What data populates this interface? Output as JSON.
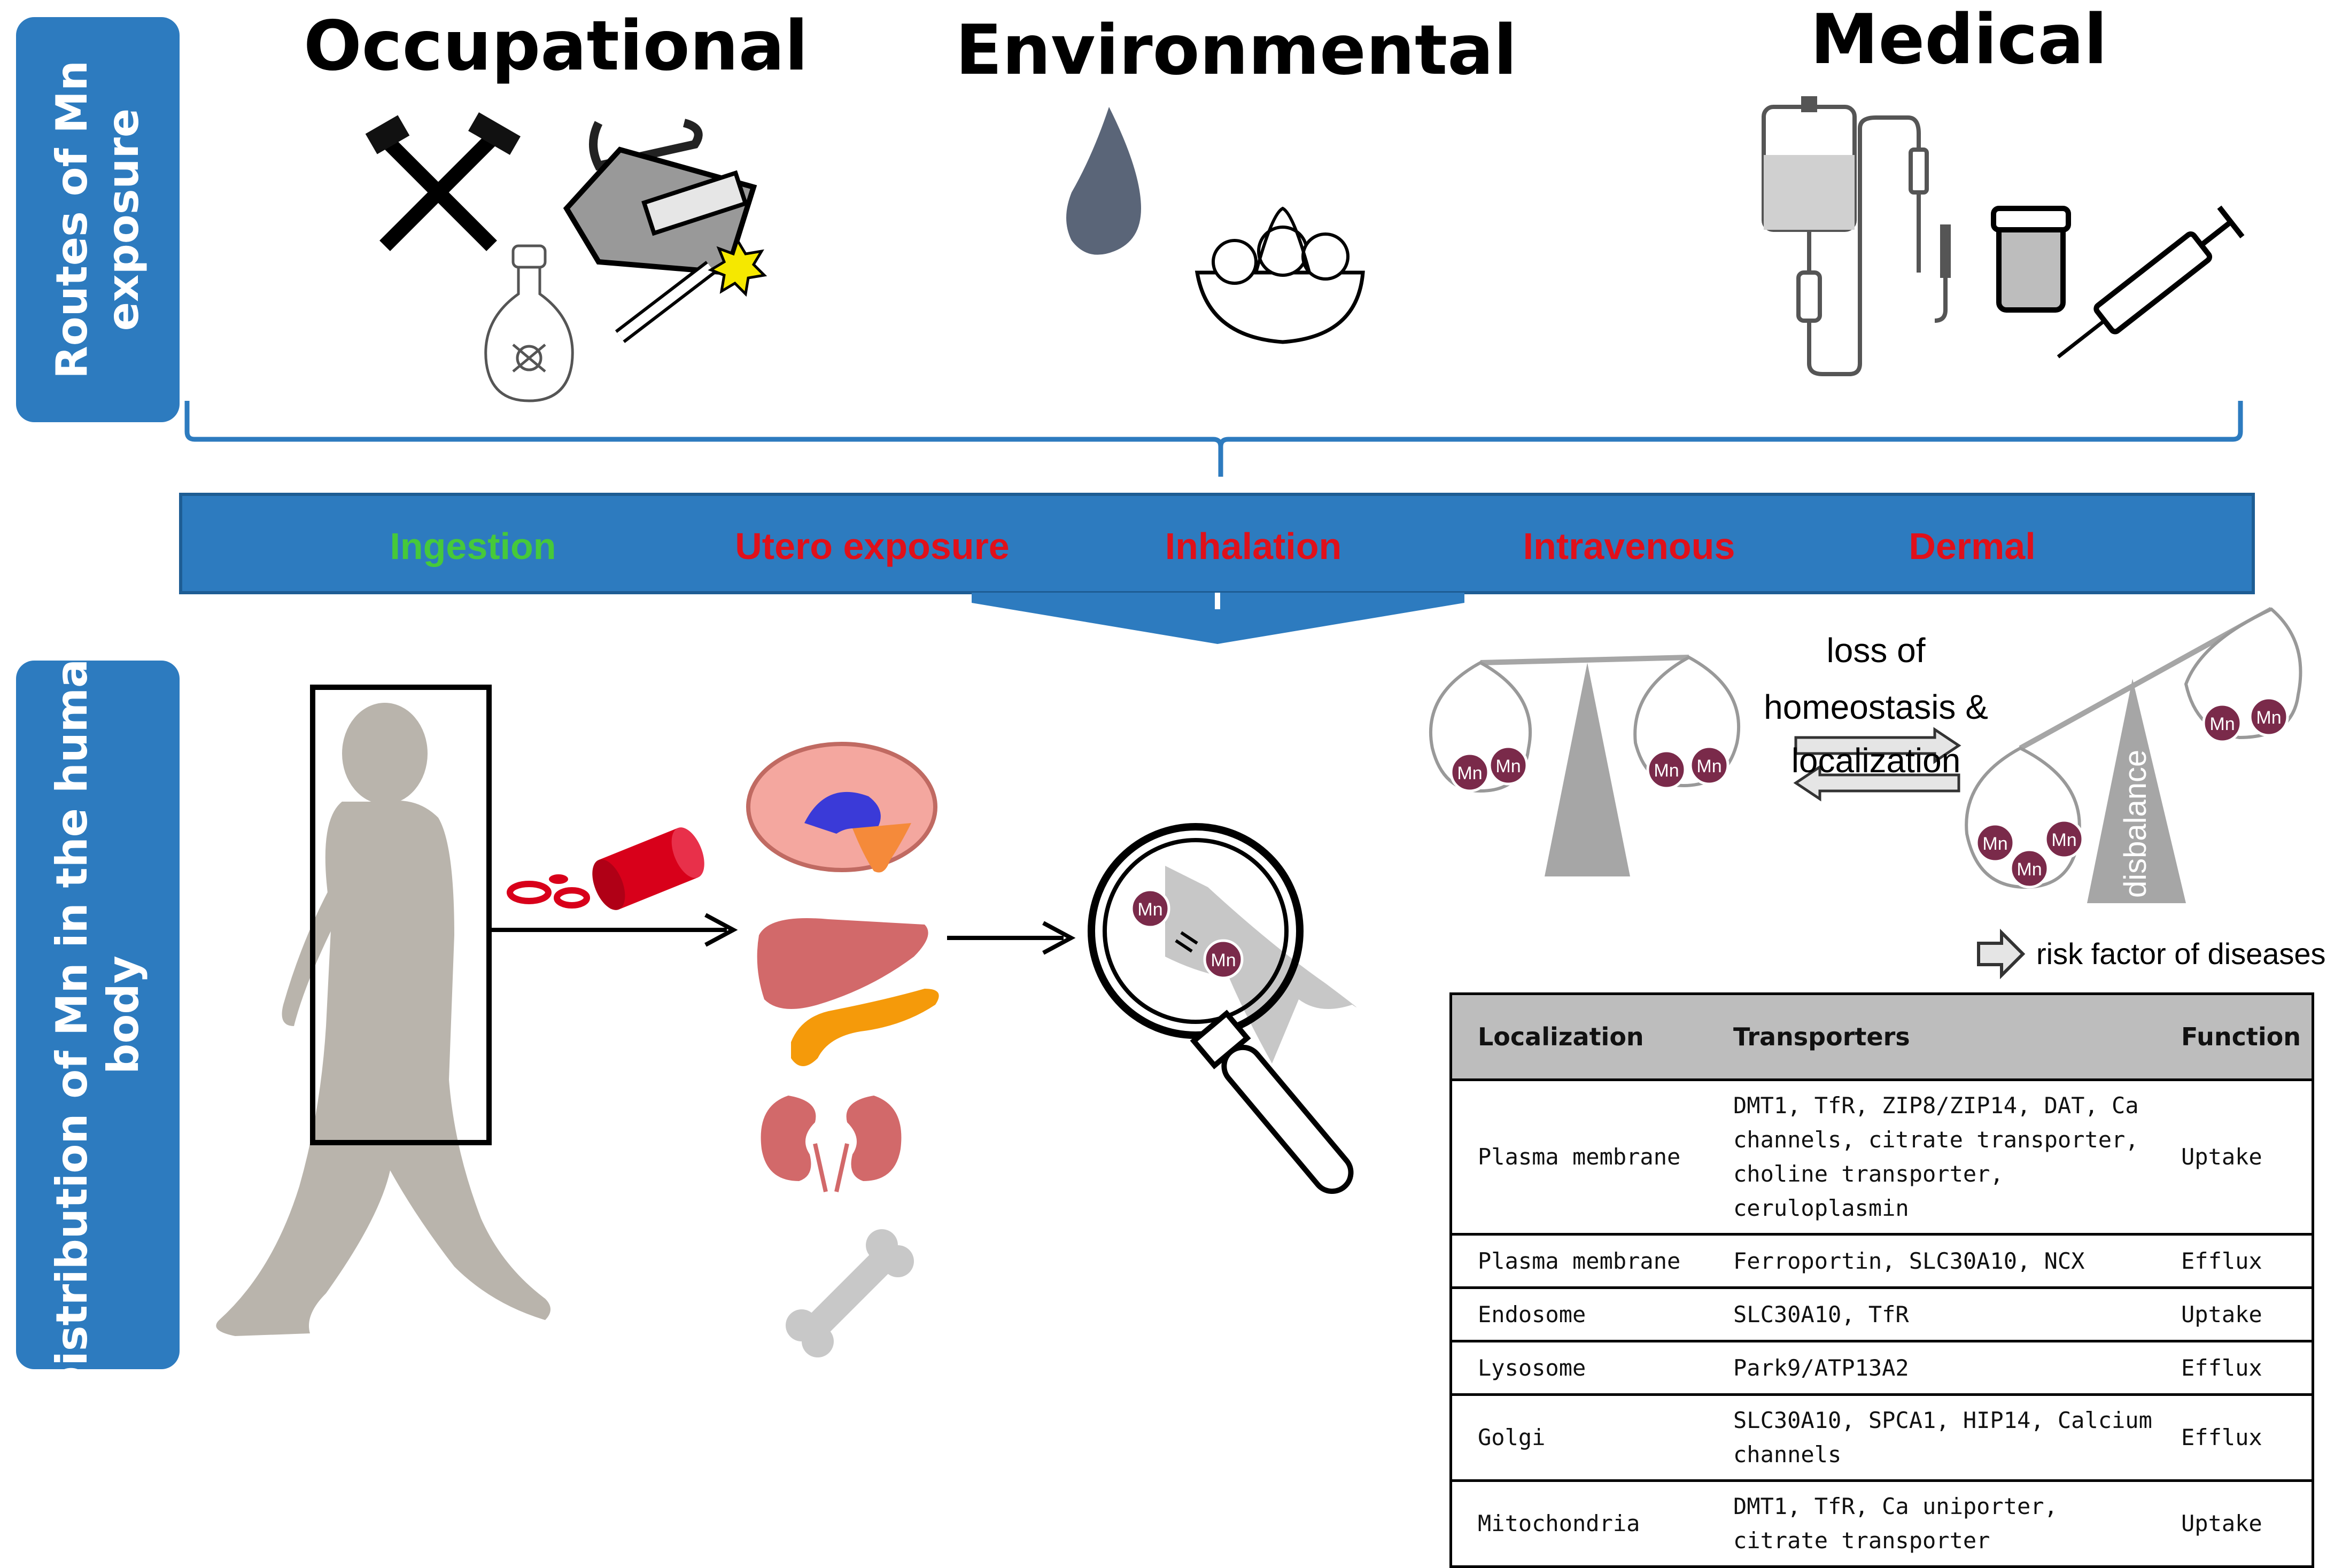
{
  "sidebar": {
    "routes_label": [
      "Routes of Mn",
      "exposure"
    ],
    "distribution_label": [
      "Distribution of Mn in the human",
      "body"
    ]
  },
  "exposure_headers": {
    "occupational": "Occupational",
    "environmental": "Environmental",
    "medical": "Medical"
  },
  "routes": [
    {
      "label": "Ingestion",
      "color": "#46c93a"
    },
    {
      "label": "Utero exposure",
      "color": "#e0101a"
    },
    {
      "label": "Inhalation",
      "color": "#e0101a"
    },
    {
      "label": "Intravenous",
      "color": "#e0101a"
    },
    {
      "label": "Dermal",
      "color": "#e0101a"
    }
  ],
  "homeostasis": {
    "line1": "loss of",
    "line2": "homeostasis &",
    "line3": "localization",
    "disbalance": "disbalance",
    "risk": "risk factor of diseases",
    "mn_label": "Mn"
  },
  "table": {
    "headers": [
      "Localization",
      "Transporters",
      "Function"
    ],
    "rows": [
      {
        "localization": "Plasma membrane",
        "transporters": "DMT1, TfR, ZIP8/ZIP14, DAT, Ca channels, citrate transporter, choline transporter, ceruloplasmin",
        "function": "Uptake"
      },
      {
        "localization": "Plasma membrane",
        "transporters": "Ferroportin, SLC30A10, NCX",
        "function": "Efflux"
      },
      {
        "localization": "Endosome",
        "transporters": "SLC30A10, TfR",
        "function": "Uptake"
      },
      {
        "localization": "Lysosome",
        "transporters": "Park9/ATP13A2",
        "function": "Efflux"
      },
      {
        "localization": "Golgi",
        "transporters": "SLC30A10, SPCA1, HIP14, Calcium channels",
        "function": "Efflux"
      },
      {
        "localization": "Mitochondria",
        "transporters": "DMT1, TfR, Ca uniporter, citrate transporter",
        "function": "Uptake"
      }
    ]
  },
  "colors": {
    "panel_blue": "#2d7bbf",
    "mn_ball": "#7a2a4a",
    "silhouette": "#b9b4ac"
  }
}
